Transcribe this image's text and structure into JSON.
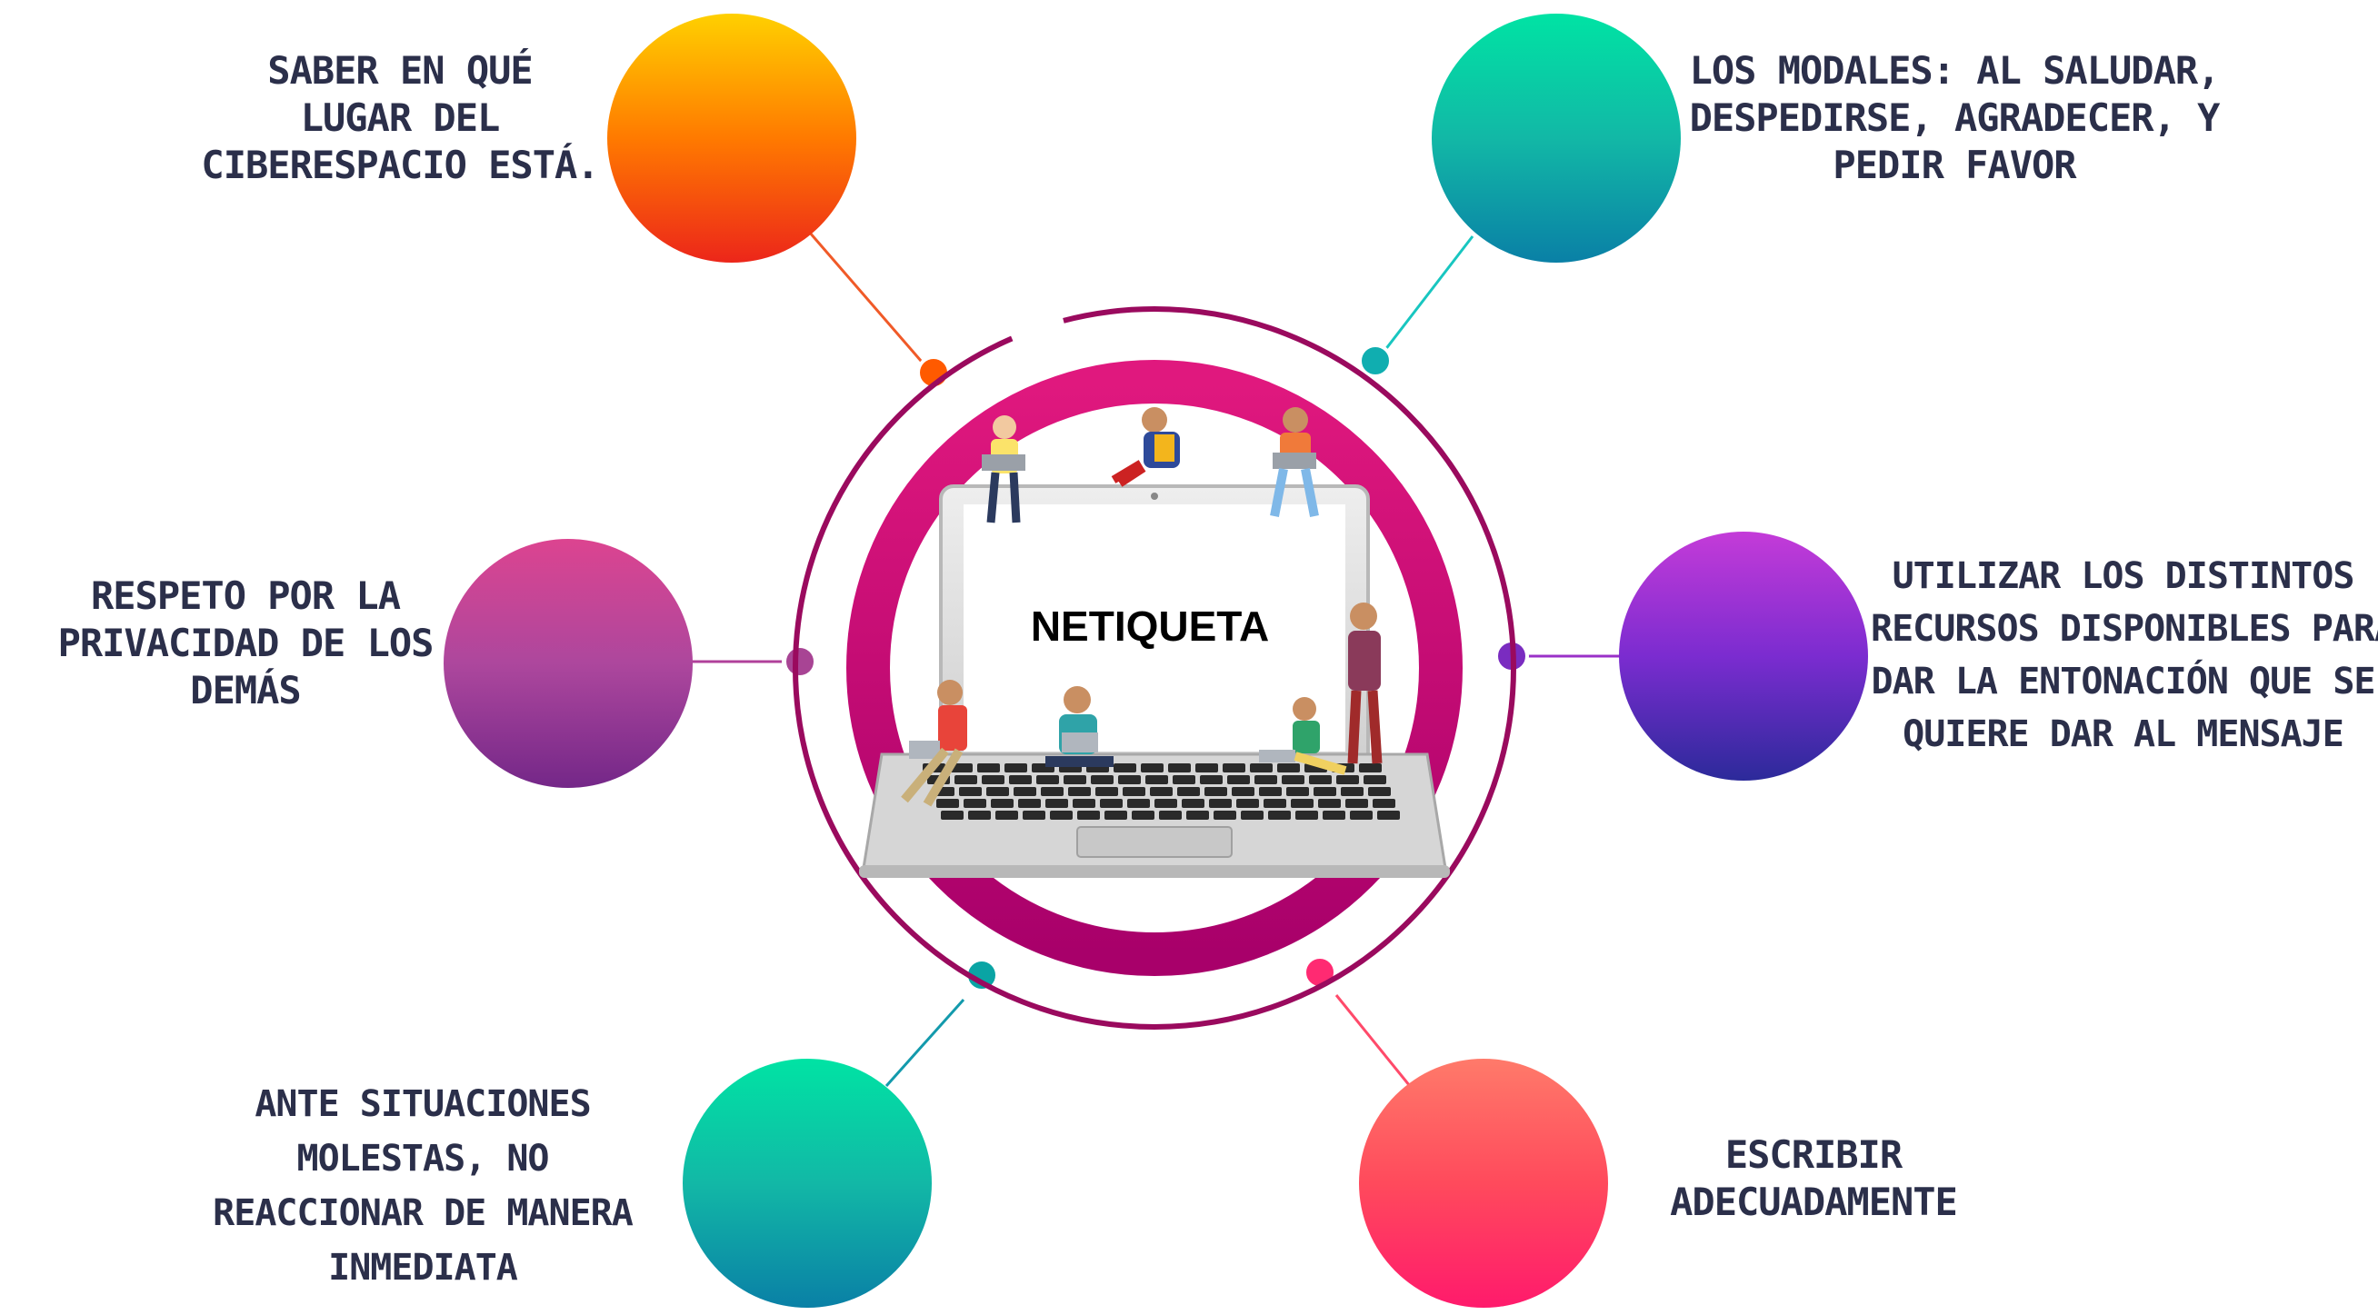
{
  "center": {
    "title": "NETIQUETA"
  },
  "items": [
    {
      "id": "top-left",
      "lines": [
        "SABER EN QUÉ",
        "LUGAR DEL",
        "CIBERESPACIO ESTÁ."
      ]
    },
    {
      "id": "top-right",
      "lines": [
        "LOS MODALES: AL SALUDAR,",
        "DESPEDIRSE, AGRADECER, Y",
        "PEDIR FAVOR"
      ]
    },
    {
      "id": "middle-left",
      "lines": [
        "RESPETO POR LA",
        "PRIVACIDAD DE LOS",
        "DEMÁS"
      ]
    },
    {
      "id": "middle-right",
      "lines": [
        "UTILIZAR LOS DISTINTOS",
        "RECURSOS DISPONIBLES PARA",
        "DAR LA ENTONACIÓN QUE SE",
        "QUIERE DAR AL MENSAJE"
      ]
    },
    {
      "id": "bottom-left",
      "lines": [
        "ANTE SITUACIONES",
        "MOLESTAS, NO",
        "REACCIONAR DE MANERA",
        "INMEDIATA"
      ]
    },
    {
      "id": "bottom-right",
      "lines": [
        "ESCRIBIR",
        "ADECUADAMENTE"
      ]
    }
  ],
  "colors": {
    "orange": [
      "#ffd000",
      "#ff6a00",
      "#ee2a1c"
    ],
    "teal": [
      "#00e0a6",
      "#10b5a8",
      "#0a7ea8"
    ],
    "magenta": [
      "#d8428f",
      "#a4439a",
      "#7a2a8a"
    ],
    "purple": [
      "#c238d6",
      "#7d2ccf",
      "#3a2a9a"
    ],
    "coral": [
      "#ff6f6a",
      "#ff3f5e",
      "#ff1f6a"
    ],
    "ring": "#d4117a"
  }
}
